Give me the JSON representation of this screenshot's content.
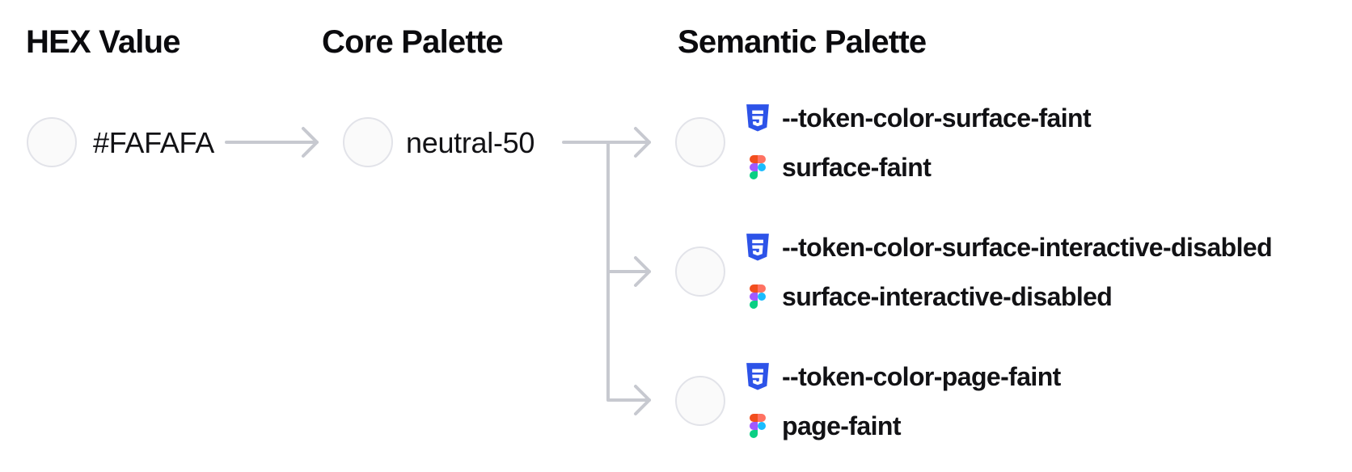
{
  "headers": {
    "hex": "HEX Value",
    "core": "Core Palette",
    "semantic": "Semantic Palette"
  },
  "hex_node": {
    "label": "#FAFAFA",
    "swatch_color": "#FAFAFA"
  },
  "core_node": {
    "label": "neutral-50",
    "swatch_color": "#FAFAFA"
  },
  "semantic_nodes": [
    {
      "css_token": "--token-color-surface-faint",
      "figma_token": "surface-faint",
      "swatch_color": "#FAFAFA"
    },
    {
      "css_token": "--token-color-surface-interactive-disabled",
      "figma_token": "surface-interactive-disabled",
      "swatch_color": "#FAFAFA"
    },
    {
      "css_token": "--token-color-page-faint",
      "figma_token": "page-faint",
      "swatch_color": "#FAFAFA"
    }
  ],
  "icons": {
    "css": "css3-shield-icon",
    "figma": "figma-logo-icon"
  },
  "colors": {
    "swatch_fill": "#FAFAFA",
    "swatch_border": "#E2E3E9",
    "connector_gray": "#C7C9D0",
    "text_dark": "#121215",
    "css_icon_blue": "#2D53E8",
    "figma_red": "#F24E1E",
    "figma_salmon": "#FF7262",
    "figma_purple": "#A259FF",
    "figma_blue": "#1ABCFE",
    "figma_green": "#0ACF83"
  }
}
